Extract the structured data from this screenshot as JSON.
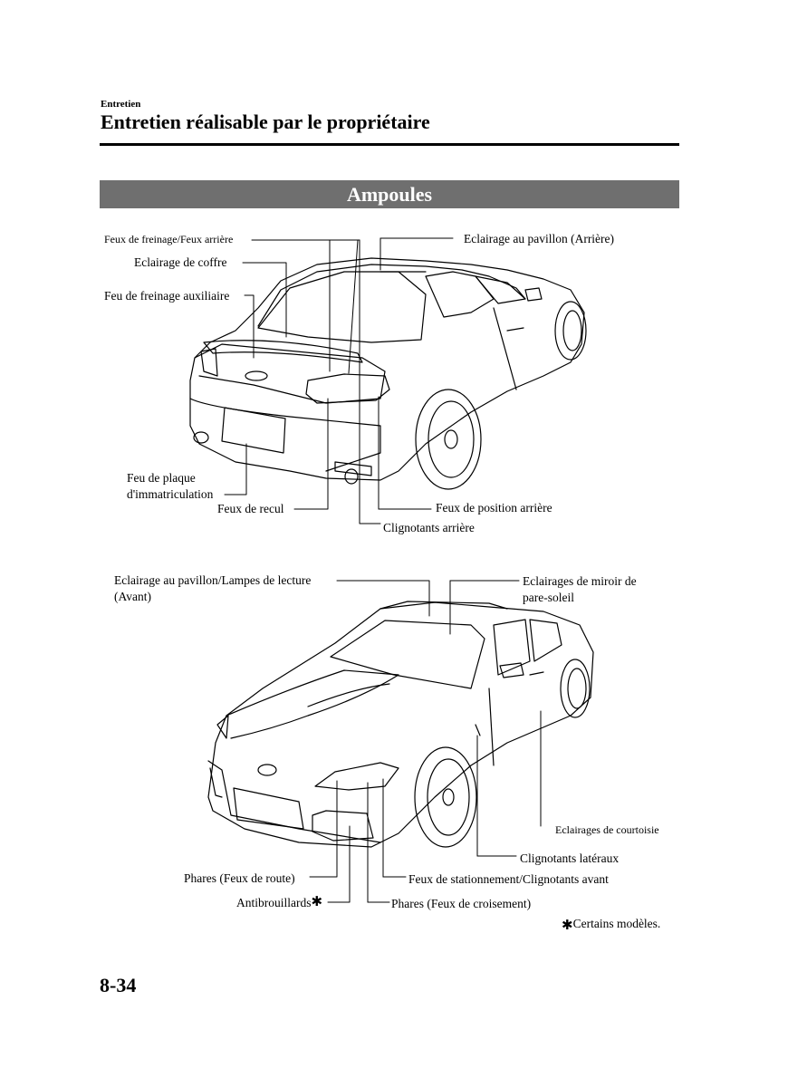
{
  "header": {
    "section": "Entretien",
    "title": "Entretien réalisable par le propriétaire"
  },
  "banner": "Ampoules",
  "rear_labels": {
    "brake_tail": "Feux de freinage/Feux arrière",
    "trunk_light": "Eclairage de coffre",
    "aux_brake": "Feu de freinage auxiliaire",
    "plate_1": "Feu de plaque",
    "plate_2": "d'immatriculation",
    "reverse": "Feux de recul",
    "overhead_rear": "Eclairage au pavillon (Arrière)",
    "rear_position": "Feux de position arrière",
    "rear_turn": "Clignotants arrière"
  },
  "front_labels": {
    "overhead_front_1": "Eclairage au pavillon/Lampes de lecture",
    "overhead_front_2": "(Avant)",
    "vanity_1": "Eclairages de miroir de",
    "vanity_2": "pare-soleil",
    "courtesy": "Eclairages de courtoisie",
    "side_turn": "Clignotants latéraux",
    "high_beam": "Phares (Feux de route)",
    "parking_turn": "Feux de stationnement/Clignotants avant",
    "fog": "Antibrouillards",
    "low_beam": "Phares (Feux de croisement)"
  },
  "footnote": "Certains modèles.",
  "asterisk": "✱",
  "page_number": "8-34"
}
